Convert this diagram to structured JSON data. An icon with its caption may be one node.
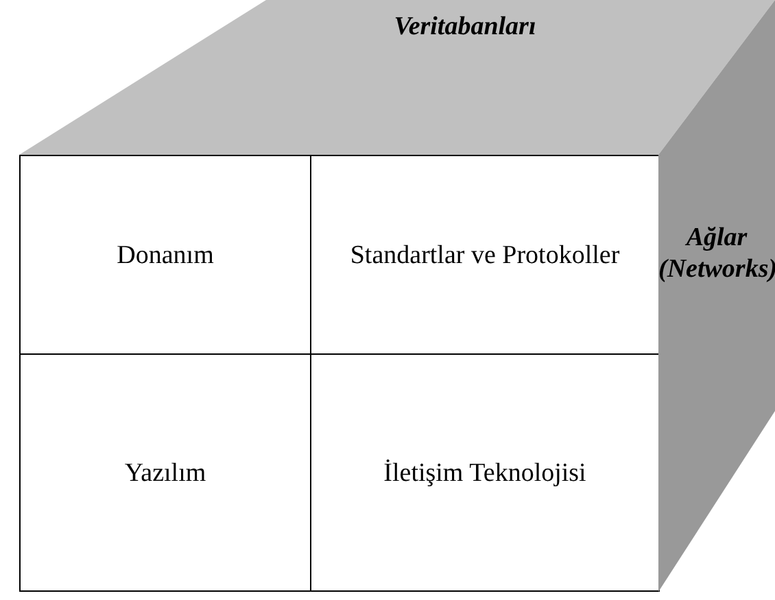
{
  "diagram": {
    "nodes": [
      {
        "text": [
          "Veritabanları"
        ]
      },
      {
        "text": [
          "Donanım"
        ]
      },
      {
        "text": [
          "Standartlar ve Protokoller"
        ]
      },
      {
        "text": [
          "Yazılım"
        ]
      },
      {
        "text": [
          "İletişim Teknolojisi"
        ]
      },
      {
        "text": [
          "Ağlar (Networks)"
        ]
      }
    ]
  }
}
